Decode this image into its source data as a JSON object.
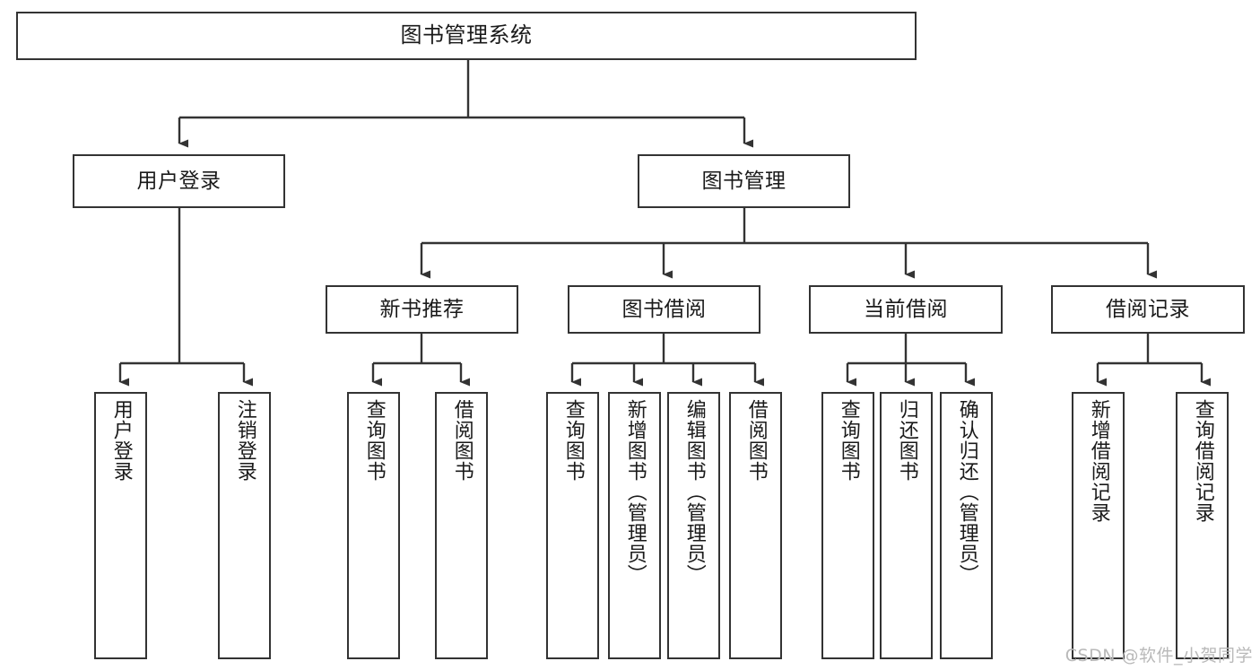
{
  "diagram": {
    "title": "图书管理系统",
    "type": "tree-hierarchy",
    "colors": {
      "node_border": "#333333",
      "node_fill": "#ffffff",
      "edge": "#333333",
      "text": "#1a1a1a",
      "watermark": "#b9b9b9"
    },
    "watermark": "CSDN @软件_小贺同学",
    "nodes": {
      "root": {
        "label": "图书管理系统"
      },
      "tier2": [
        {
          "label": "用户登录"
        },
        {
          "label": "图书管理"
        }
      ],
      "tier3": [
        {
          "label": "新书推荐"
        },
        {
          "label": "图书借阅"
        },
        {
          "label": "当前借阅"
        },
        {
          "label": "借阅记录"
        }
      ],
      "leaves": {
        "user_login": [
          {
            "label": "用户登录"
          },
          {
            "label": "注销登录"
          }
        ],
        "new_book_recommend": [
          {
            "label": "查询图书"
          },
          {
            "label": "借阅图书"
          }
        ],
        "book_borrow": [
          {
            "label": "查询图书"
          },
          {
            "label": "新增图书（管理员）"
          },
          {
            "label": "编辑图书（管理员）"
          },
          {
            "label": "借阅图书"
          }
        ],
        "current_borrow": [
          {
            "label": "查询图书"
          },
          {
            "label": "归还图书"
          },
          {
            "label": "确认归还（管理员）"
          }
        ],
        "borrow_record": [
          {
            "label": "新增借阅记录"
          },
          {
            "label": "查询借阅记录"
          }
        ]
      }
    }
  }
}
